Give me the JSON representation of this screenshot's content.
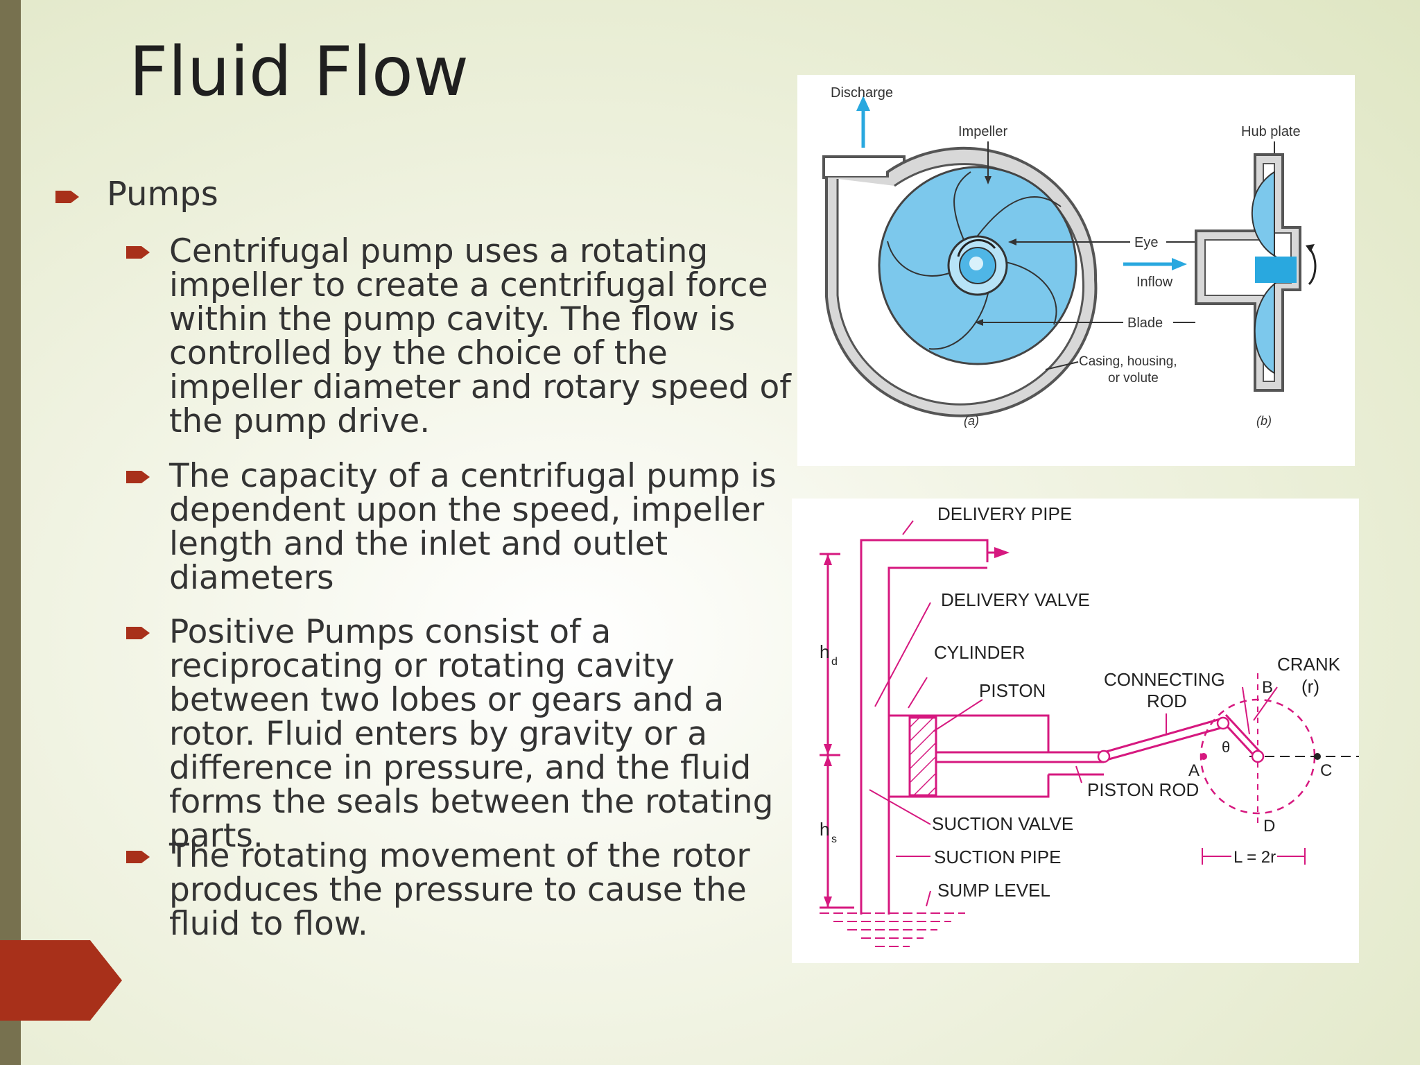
{
  "title": "Fluid Flow",
  "bullets": {
    "level1": "Pumps",
    "items": [
      "Centrifugal pump uses a rotating impeller to create a centrifugal force within the pump cavity. The flow is controlled by the choice of the impeller diameter and rotary speed of the pump drive.",
      "The capacity of a centrifugal pump is dependent upon the speed, impeller length and the inlet and outlet diameters",
      "Positive Pumps consist of a reciprocating or rotating cavity between two lobes or gears and a rotor. Fluid enters by gravity or a difference in pressure, and the fluid forms the seals between the rotating parts.",
      "The rotating movement of the rotor produces the pressure to cause the fluid to flow."
    ]
  },
  "figure1": {
    "labels": {
      "discharge": "Discharge",
      "impeller": "Impeller",
      "hub_plate": "Hub plate",
      "eye": "Eye",
      "inflow": "Inflow",
      "blade": "Blade",
      "casing1": "Casing, housing,",
      "casing2": "or volute",
      "sub_a": "(a)",
      "sub_b": "(b)"
    }
  },
  "figure2": {
    "labels": {
      "delivery_pipe": "DELIVERY PIPE",
      "delivery_valve": "DELIVERY VALVE",
      "cylinder": "CYLINDER",
      "piston": "PISTON",
      "connecting1": "CONNECTING",
      "connecting2": "ROD",
      "crank1": "CRANK",
      "crank2": "(r)",
      "b": "B",
      "a": "A",
      "c": "C",
      "d": "D",
      "theta": "θ",
      "piston_rod": "PISTON ROD",
      "suction_valve": "SUCTION VALVE",
      "suction_pipe": "SUCTION PIPE",
      "sump_level": "SUMP LEVEL",
      "stroke": "L = 2r",
      "hd": "h",
      "hd_sub": "d",
      "hs": "h",
      "hs_sub": "s"
    }
  },
  "colors": {
    "accent": "#a8301a",
    "sidebar": "#77714f",
    "diagram_pink": "#d6187f",
    "impeller_blue": "#7cc8ec"
  }
}
